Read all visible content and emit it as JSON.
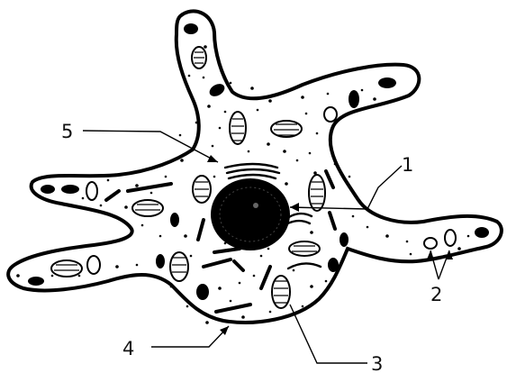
{
  "labels": {
    "nucleus": "1",
    "inclusions": "2",
    "mitochondria": "3",
    "membrane": "4",
    "golgi": "5"
  }
}
